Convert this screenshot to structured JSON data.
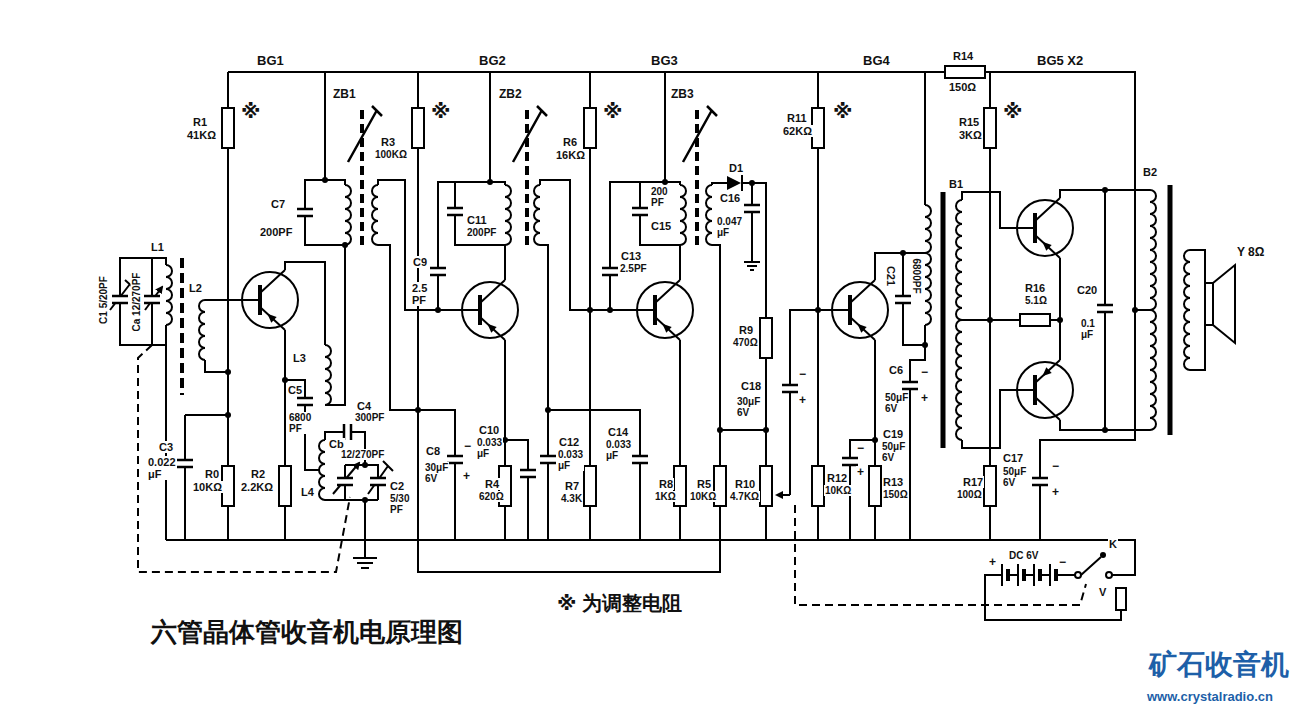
{
  "diagram": {
    "title": "六管晶体管收音机电原理图",
    "labels": [
      "BG1",
      "BG2",
      "BG3",
      "BG4",
      "R14",
      "150Ω",
      "BG5 X2",
      "R1",
      "41KΩ",
      "※",
      "ZB1",
      "R3",
      "100KΩ",
      "※",
      "ZB2",
      "R6",
      "16KΩ",
      "※",
      "ZB3",
      "D1",
      "R11",
      "62KΩ",
      "※",
      "R15",
      "3KΩ",
      "※",
      "C7",
      "200PF",
      "C9",
      "2.5 PF",
      "C11",
      "200PF",
      "C13",
      "2.5PF",
      "200 PF",
      "C15",
      "C16",
      "0.047 μF",
      "B1",
      "R16",
      "5.1Ω",
      "C20",
      "0.1 μF",
      "B2",
      "Y 8Ω",
      "C1 5/20PF",
      "L1",
      "Ca 12/270PF",
      "L2",
      "L3",
      "C5",
      "6800 PF",
      "C4",
      "300PF",
      "Cb",
      "12/270PF",
      "L4",
      "C2",
      "5/30 PF",
      "C3",
      "0.022 μF",
      "R0",
      "10KΩ",
      "R2",
      "2.2KΩ",
      "C8",
      "−",
      "30μF 6V",
      "+",
      "C10",
      "0.033 μF",
      "R4",
      "620Ω",
      "C12",
      "0.033 μF",
      "R7",
      "4.3K",
      "C14",
      "0.033 μF",
      "R8",
      "1KΩ",
      "R5",
      "10KΩ",
      "R10",
      "4.7KΩ",
      "R9",
      "470Ω",
      "C18",
      "−",
      "30μF 6V",
      "+",
      "R12",
      "10KΩ",
      "C19",
      "−",
      "50μF 6V",
      "+",
      "R13",
      "150Ω",
      "C21",
      "6800PF",
      "C6",
      "−",
      "50μF 6V",
      "+",
      "R17",
      "100Ω",
      "C17",
      "50μF 6V",
      "−",
      "+",
      "DC 6V",
      "+",
      "−",
      "K",
      "V",
      "※ 为调整电阻",
      "矿石收音机",
      "www.crystalradio.cn"
    ]
  }
}
